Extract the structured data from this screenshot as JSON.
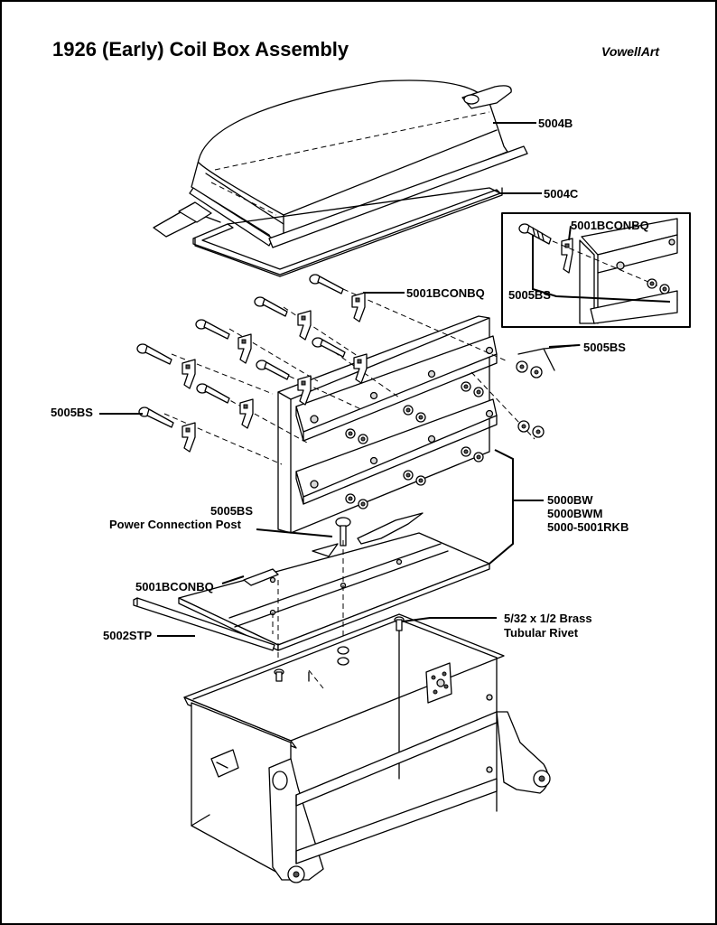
{
  "title": "1926 (Early) Coil Box Assembly",
  "brand": "VowellArt",
  "callouts": {
    "lid": "5004B",
    "gasket": "5004C",
    "inset_clip": "5001BCONBQ",
    "inset_screw": "5005BS",
    "clip_top": "5001BCONBQ",
    "nuts_right": "5005BS",
    "screw_left": "5005BS",
    "post_part": "5005BS",
    "post_name": "Power Connection Post",
    "board_1": "5000BW",
    "board_2": "5000BWM",
    "board_3": "5000-5001RKB",
    "clip_bottom": "5001BCONBQ",
    "rivet_1": "5/32 x 1/2 Brass",
    "rivet_2": "Tubular Rivet",
    "strip": "5002STP"
  }
}
